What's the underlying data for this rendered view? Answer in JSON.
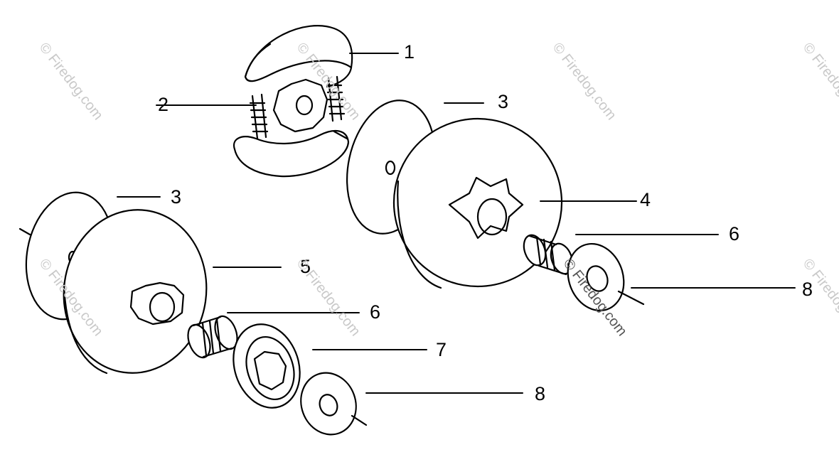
{
  "callouts": {
    "c1": "1",
    "c2": "2",
    "c3a": "3",
    "c3b": "3",
    "c4": "4",
    "c5": "5",
    "c6a": "6",
    "c6b": "6",
    "c7": "7",
    "c8a": "8",
    "c8b": "8"
  },
  "watermark": "© Firedog.com",
  "colors": {
    "ink": "#000000",
    "watermark": "#c9c9c9"
  }
}
